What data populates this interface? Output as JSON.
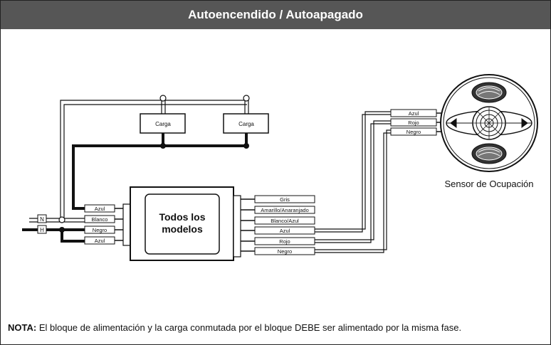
{
  "header": {
    "title": "Autoencendido / Autoapagado"
  },
  "loads": [
    "Carga",
    "Carga"
  ],
  "module": {
    "title_line1": "Todos los",
    "title_line2": "modelos"
  },
  "line_terminals": [
    "N",
    "H"
  ],
  "input_wires": [
    "Azul",
    "Blanco",
    "Negro",
    "Azul"
  ],
  "output_wires": [
    "Gris",
    "Amarillo/Anaranjado",
    "Blanco/Azul",
    "Azul",
    "Rojo",
    "Negro"
  ],
  "sensor": {
    "label": "Sensor de Ocupación",
    "wires": [
      "Azul",
      "Rojo",
      "Negro"
    ]
  },
  "note": {
    "prefix": "NOTA:",
    "text": "El bloque de alimentación y la carga conmutada por el bloque DEBE ser alimentado por la misma fase."
  }
}
